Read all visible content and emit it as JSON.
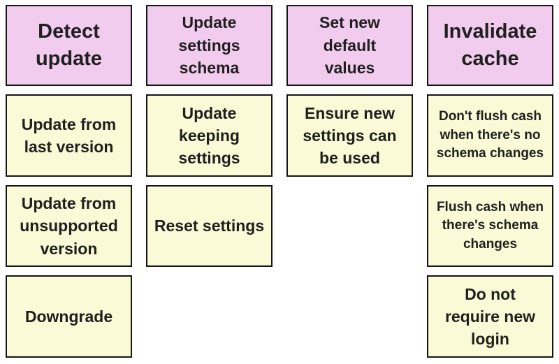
{
  "colors": {
    "header_bg": "#f2ccee",
    "note_bg": "#fafad6",
    "border": "#151515",
    "text": "#1f1f1f",
    "background": "#ffffff"
  },
  "columns": [
    {
      "header": "Detect\nupdate",
      "cards": [
        "Update from\nlast version",
        "Update from\nunsupported\nversion",
        "Downgrade"
      ]
    },
    {
      "header": "Update\nsettings\nschema",
      "cards": [
        "Update\nkeeping\nsettings",
        "Reset settings"
      ]
    },
    {
      "header": "Set new\ndefault\nvalues",
      "cards": [
        "Ensure new\nsettings can\nbe used"
      ]
    },
    {
      "header": "Invalidate\ncache",
      "cards": [
        "Don't flush cash\nwhen there's no\nschema changes",
        "Flush cash when\nthere's schema\nchanges",
        "Do not\nrequire new\nlogin"
      ]
    }
  ]
}
